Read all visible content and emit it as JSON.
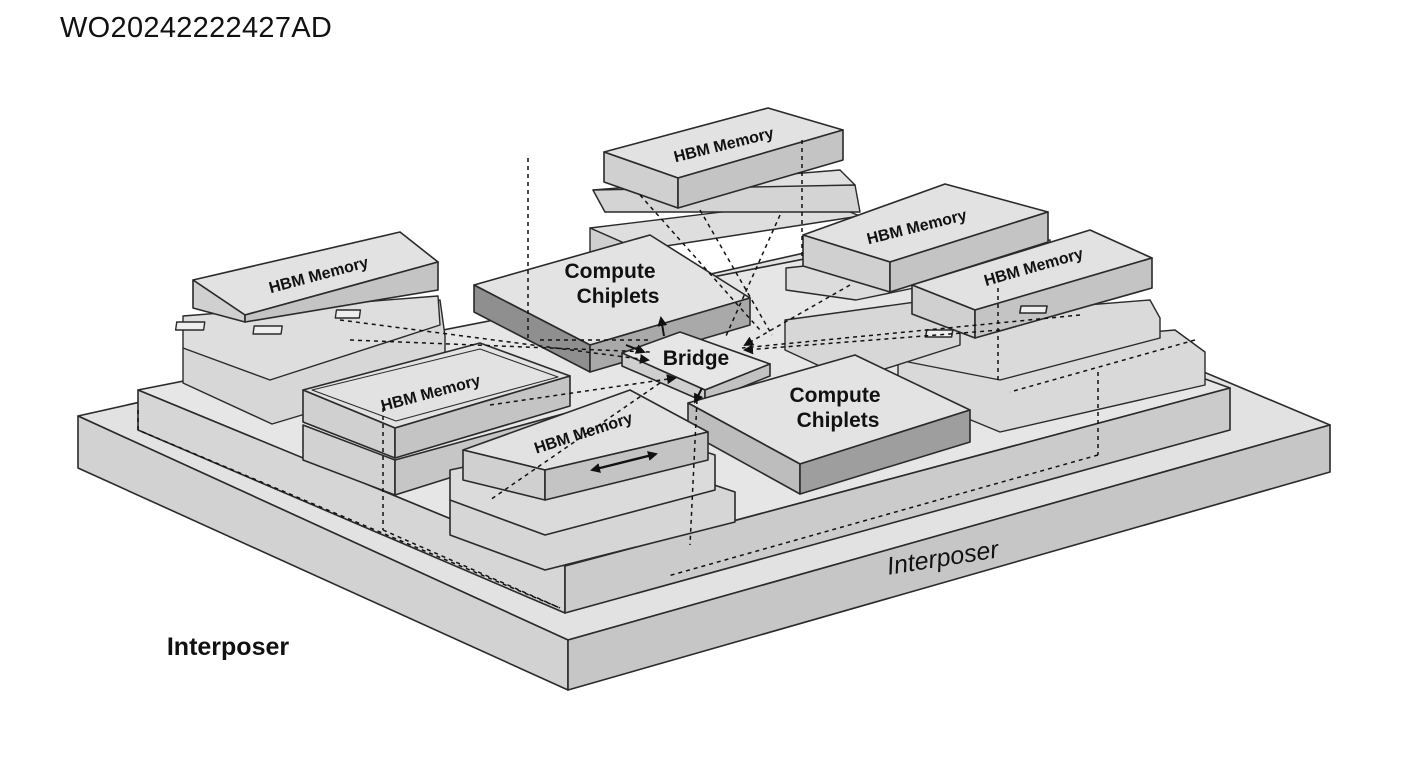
{
  "document": {
    "id": "WO20242222427AD"
  },
  "labels": {
    "interposer_left": "Interposer",
    "interposer_front": "Interposer",
    "bridge": "Bridge",
    "compute_chiplets": [
      "Compute\nChiplets",
      "Compute\nChiplets"
    ],
    "compute_a_line1": "Compute",
    "compute_a_line2": "Chiplets",
    "compute_b_line1": "Compute",
    "compute_b_line2": "Chiplets",
    "hbm_memory": "HBM Memory"
  },
  "colors": {
    "background": "#ffffff",
    "top_face": "#e4e4e4",
    "side_face": "#cfcfcf",
    "dark_side": "#a8a8a8",
    "stroke": "#2a2a2a"
  }
}
